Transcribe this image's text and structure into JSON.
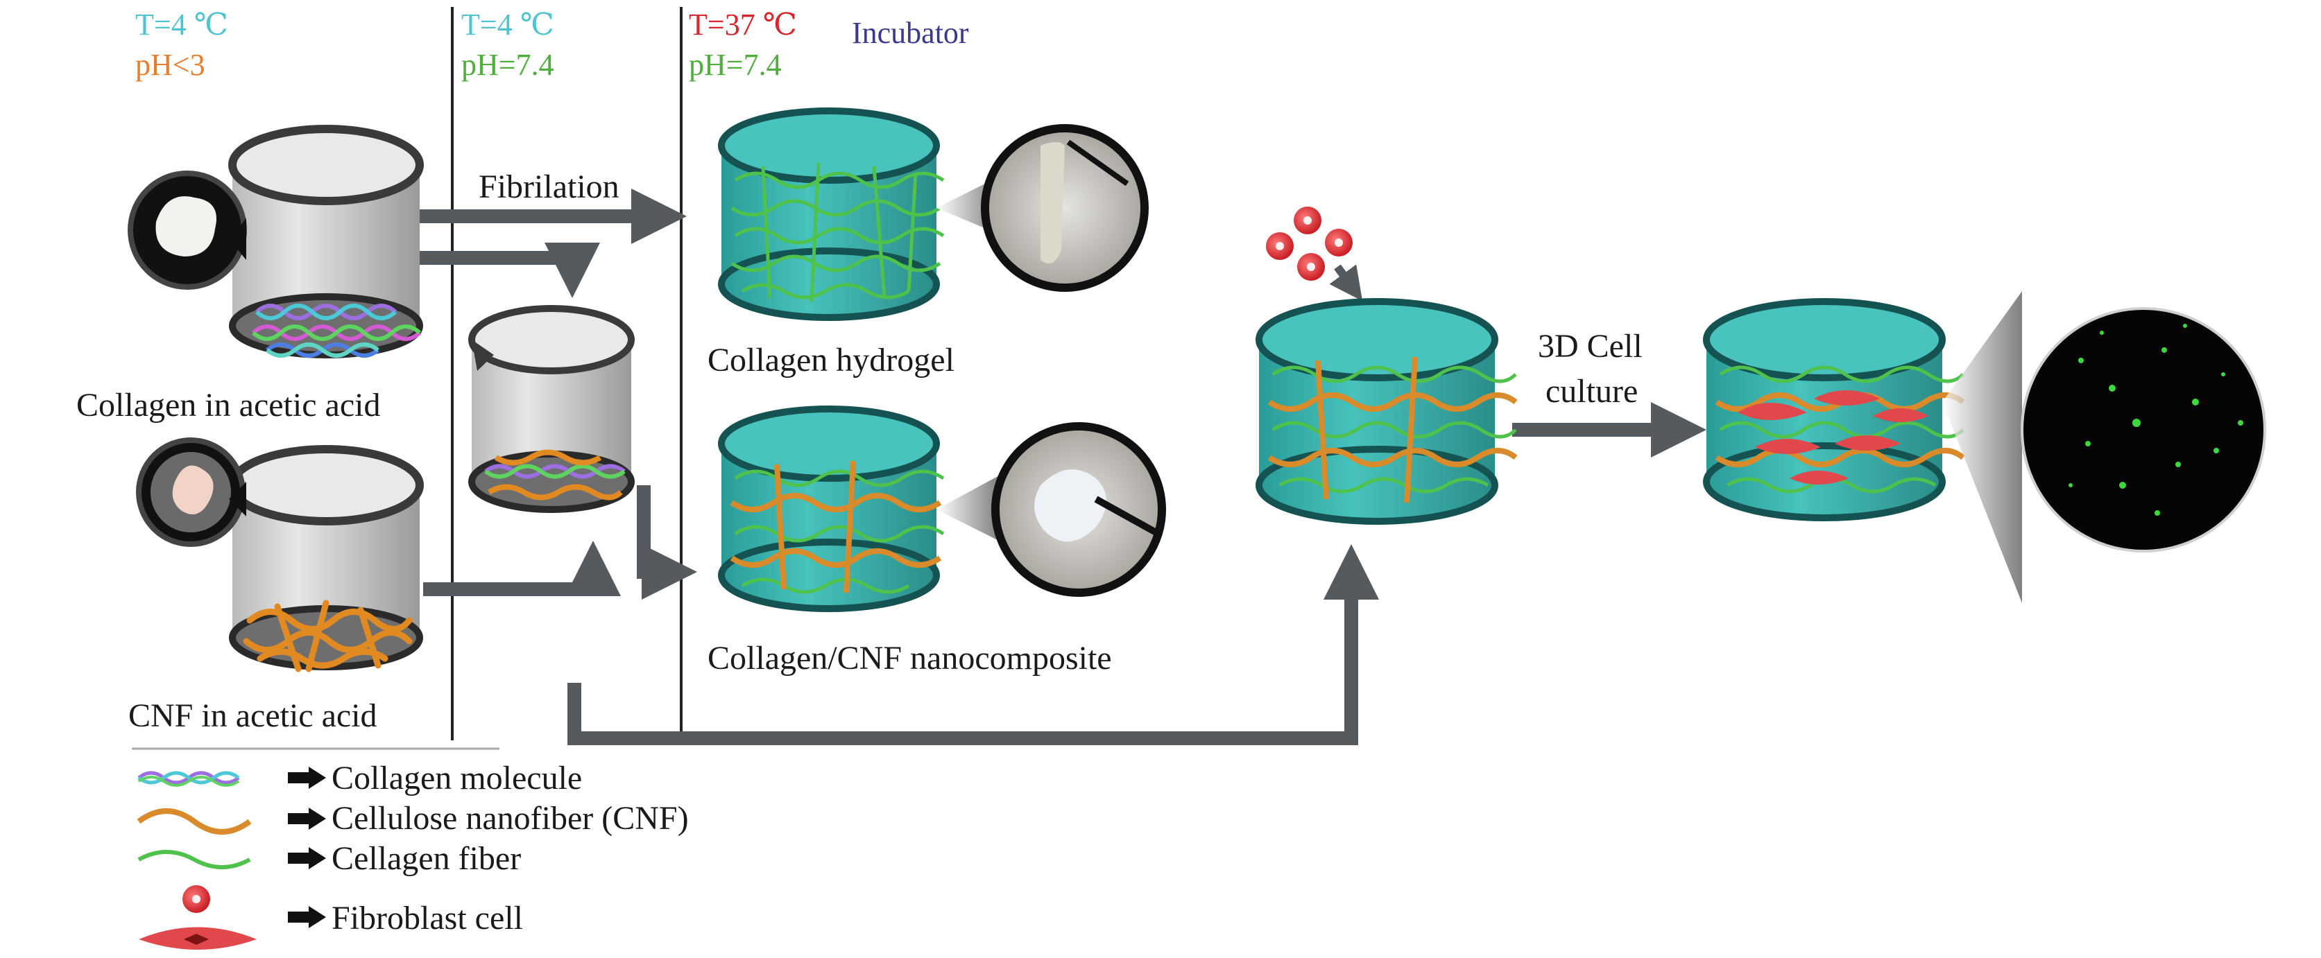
{
  "conditions": {
    "col1": {
      "temp": "T=4 ℃",
      "ph": "pH<3"
    },
    "col2": {
      "temp": "T=4 ℃",
      "ph": "pH=7.4"
    },
    "col3": {
      "temp": "T=37 ℃",
      "ph": "pH=7.4",
      "place": "Incubator"
    }
  },
  "labels": {
    "collagen_in_acid": "Collagen in acetic acid",
    "cnf_in_acid": "CNF in acetic acid",
    "fibrilation": "Fibrilation",
    "collagen_hydrogel": "Collagen hydrogel",
    "nanocomposite": "Collagen/CNF nanocomposite",
    "cell_culture_line1": "3D Cell",
    "cell_culture_line2": "culture"
  },
  "legend": [
    {
      "name": "collagen-molecule",
      "label": "Collagen molecule"
    },
    {
      "name": "cnf",
      "label": "Cellulose nanofiber (CNF)"
    },
    {
      "name": "collagen-fiber",
      "label": "Cellagen fiber"
    },
    {
      "name": "fibroblast",
      "label": "Fibroblast cell"
    }
  ],
  "colors": {
    "cold": "#4fc3d0",
    "acid": "#e87e2c",
    "neutral": "#4fae3c",
    "warm": "#d7262c",
    "incubator": "#3a3a8c",
    "teal": "#3fb7b2",
    "cnf": "#d98a2a",
    "fiber": "#4ec24a",
    "cell": "#e0484c"
  }
}
